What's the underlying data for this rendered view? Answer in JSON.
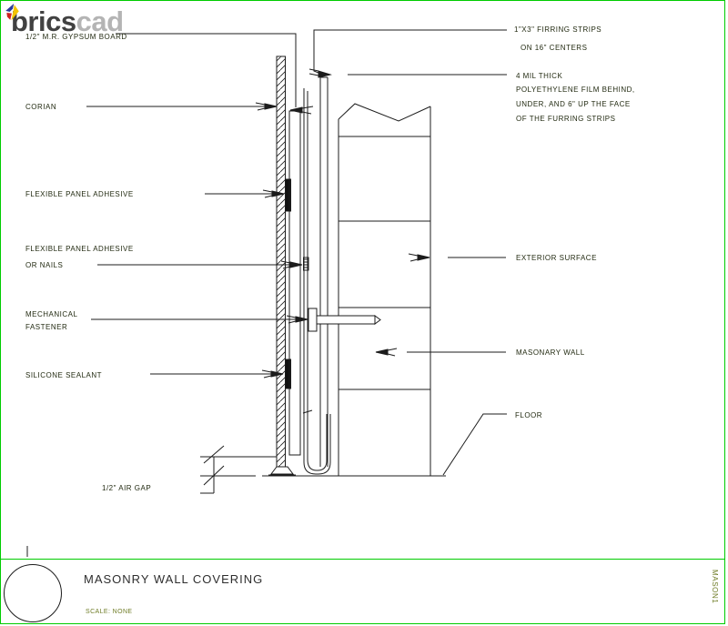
{
  "logo": {
    "brand_dark": "brics",
    "brand_light": "cad",
    "icon": "bricscad-triangle-icon"
  },
  "colors": {
    "sheet_border_green": "#00cc00",
    "drawing_line": "#1c1c1c",
    "annotation_text": "#232b12",
    "titleblock_accent_olive": "#6f7c26",
    "logo_dark_gray": "#414141",
    "logo_light_gray": "#b4b4b4",
    "logo_blue": "#2b3a9a",
    "logo_red": "#cf2020",
    "logo_yellow": "#f4c400"
  },
  "annotations": {
    "left": {
      "gypsum": "1/2\" M.R. GYPSUM BOARD",
      "corian": "CORIAN",
      "adhesive": "FLEXIBLE PANEL ADHESIVE",
      "adhesive_nails_line1": "FLEXIBLE PANEL ADHESIVE",
      "adhesive_nails_line2": "OR NAILS",
      "fastener_line1": "MECHANICAL",
      "fastener_line2": "FASTENER",
      "sealant": "SILICONE SEALANT",
      "air_gap": "1/2\" AIR GAP"
    },
    "right": {
      "firring_line1": "1\"X3\" FIRRING STRIPS",
      "firring_line2": "ON 16\" CENTERS",
      "film_line1": "4 MIL THICK",
      "film_line2": "POLYETHYLENE FILM BEHIND,",
      "film_line3": "UNDER, AND 6\" UP THE FACE",
      "film_line4": "OF THE FURRING STRIPS",
      "exterior": "EXTERIOR SURFACE",
      "masonry": "MASONARY WALL",
      "floor": "FLOOR"
    }
  },
  "titleblock": {
    "title": "MASONRY WALL COVERING",
    "scale": "SCALE: NONE",
    "sheet": "MASON1"
  }
}
